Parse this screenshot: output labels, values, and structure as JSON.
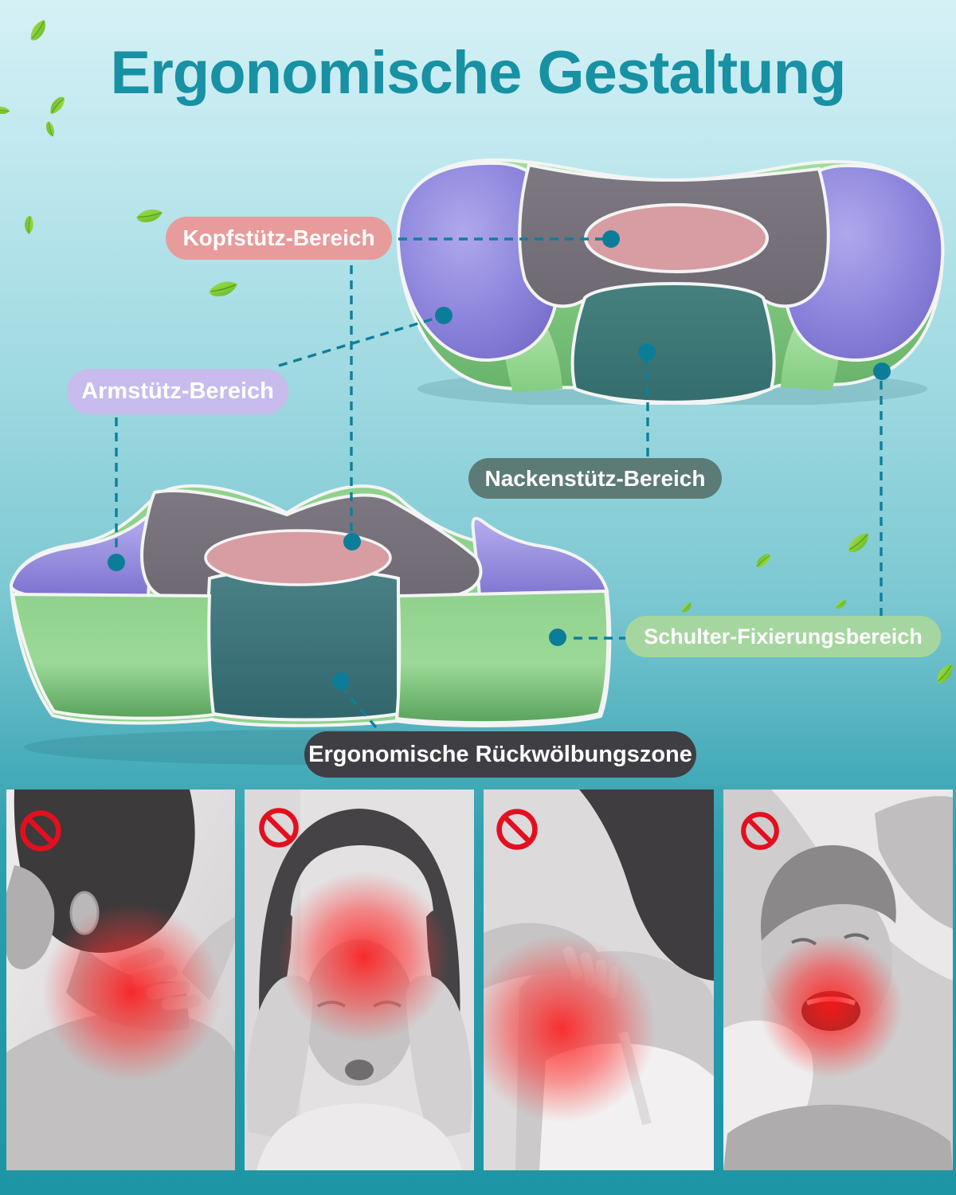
{
  "title": "Ergonomische Gestaltung",
  "zones": [
    {
      "id": "kopfstuetz",
      "label": "Kopfstütz-Bereich",
      "pill_color": "#e89b9b",
      "text_color": "#ffffff"
    },
    {
      "id": "armstuetz",
      "label": "Armstütz-Bereich",
      "pill_color": "#c8bbee",
      "text_color": "#ffffff"
    },
    {
      "id": "nackenstuetz",
      "label": "Nackenstütz-Bereich",
      "pill_color": "#5d7b76",
      "text_color": "#ffffff"
    },
    {
      "id": "schulter",
      "label": "Schulter-Fixierungsbereich",
      "pill_color": "#a6d6a0",
      "text_color": "#ffffff"
    },
    {
      "id": "rueckwoelbung",
      "label": "Ergonomische Rückwölbungszone",
      "pill_color": "#3e3e44",
      "text_color": "#ffffff"
    }
  ],
  "theme": {
    "title_color": "#1791a3",
    "background_top": "#d5f1f5",
    "background_bottom": "#1e95a5",
    "connector_color": "#0f7f9a",
    "dot_color": "#0c7d99",
    "leaf_green": "#7ec832",
    "prohibition_red": "#e30f1f",
    "pain_red": "#ff2a2a",
    "pillow_zone_colors": {
      "armrest_purple": "#8d85dc",
      "headrest_gray": "#76717a",
      "head_ellipse_pink": "#d79da3",
      "neck_teal": "#3f7b79",
      "shoulder_green": "#97db94"
    }
  },
  "photos": [
    {
      "name": "neck-pain-photo",
      "icon": "prohibition-icon"
    },
    {
      "name": "headache-photo",
      "icon": "prohibition-icon"
    },
    {
      "name": "shoulder-pain-photo",
      "icon": "prohibition-icon"
    },
    {
      "name": "snoring-photo",
      "icon": "prohibition-icon"
    }
  ]
}
